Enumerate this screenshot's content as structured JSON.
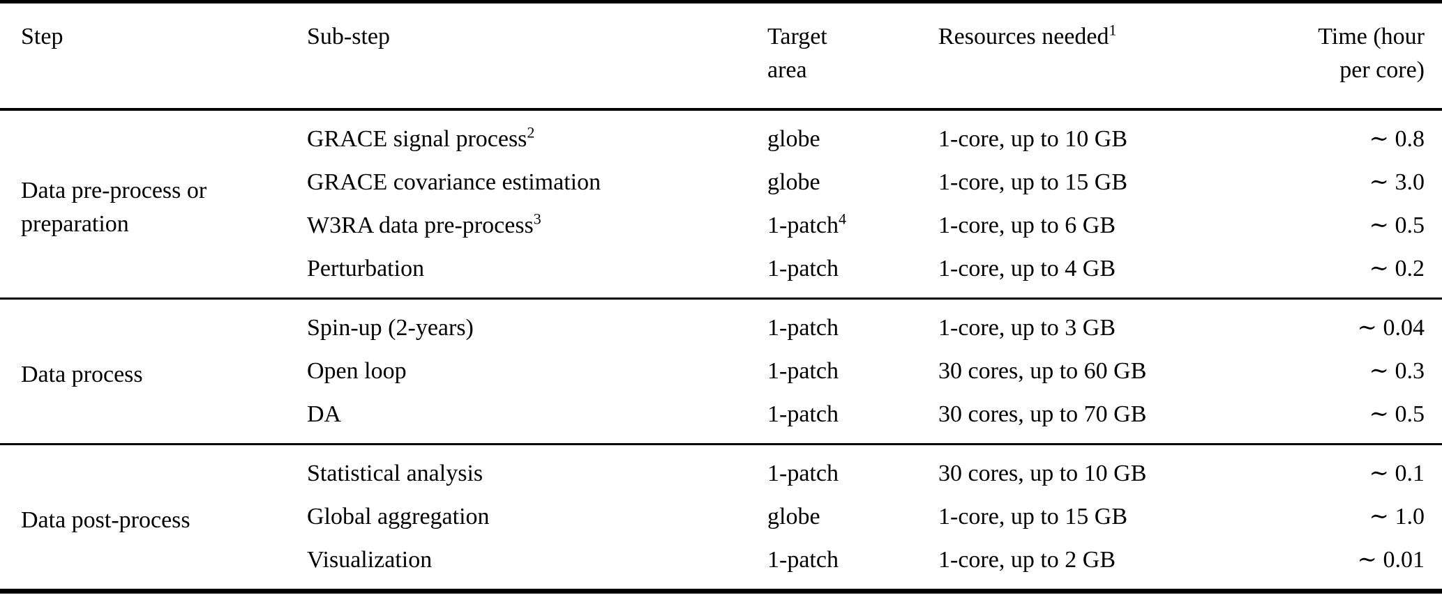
{
  "colors": {
    "text": "#000000",
    "background": "#ffffff",
    "rule": "#000000"
  },
  "table": {
    "headers": {
      "step": "Step",
      "substep": "Sub-step",
      "target": "Target area",
      "resources": "Resources needed",
      "resources_sup": "1",
      "time": "Time (hour per core)"
    },
    "groups": [
      {
        "step": "Data pre-process or preparation",
        "rows": [
          {
            "substep": "GRACE signal process",
            "substep_sup": "2",
            "target": "globe",
            "target_sup": "",
            "resources": "1-core, up to 10 GB",
            "time": "∼ 0.8"
          },
          {
            "substep": "GRACE covariance estimation",
            "substep_sup": "",
            "target": "globe",
            "target_sup": "",
            "resources": "1-core, up to 15 GB",
            "time": "∼ 3.0"
          },
          {
            "substep": "W3RA data pre-process",
            "substep_sup": "3",
            "target": "1-patch",
            "target_sup": "4",
            "resources": "1-core, up to 6 GB",
            "time": "∼ 0.5"
          },
          {
            "substep": "Perturbation",
            "substep_sup": "",
            "target": "1-patch",
            "target_sup": "",
            "resources": "1-core, up to 4 GB",
            "time": "∼ 0.2"
          }
        ]
      },
      {
        "step": "Data process",
        "rows": [
          {
            "substep": "Spin-up (2-years)",
            "substep_sup": "",
            "target": "1-patch",
            "target_sup": "",
            "resources": "1-core, up to 3 GB",
            "time": "∼ 0.04"
          },
          {
            "substep": "Open loop",
            "substep_sup": "",
            "target": "1-patch",
            "target_sup": "",
            "resources": "30 cores, up to 60 GB",
            "time": "∼ 0.3"
          },
          {
            "substep": "DA",
            "substep_sup": "",
            "target": "1-patch",
            "target_sup": "",
            "resources": "30 cores, up to 70 GB",
            "time": "∼ 0.5"
          }
        ]
      },
      {
        "step": "Data post-process",
        "rows": [
          {
            "substep": "Statistical analysis",
            "substep_sup": "",
            "target": "1-patch",
            "target_sup": "",
            "resources": "30 cores, up to 10 GB",
            "time": "∼ 0.1"
          },
          {
            "substep": "Global aggregation",
            "substep_sup": "",
            "target": "globe",
            "target_sup": "",
            "resources": "1-core, up to 15 GB",
            "time": "∼ 1.0"
          },
          {
            "substep": "Visualization",
            "substep_sup": "",
            "target": "1-patch",
            "target_sup": "",
            "resources": "1-core, up to 2 GB",
            "time": "∼ 0.01"
          }
        ]
      }
    ]
  }
}
